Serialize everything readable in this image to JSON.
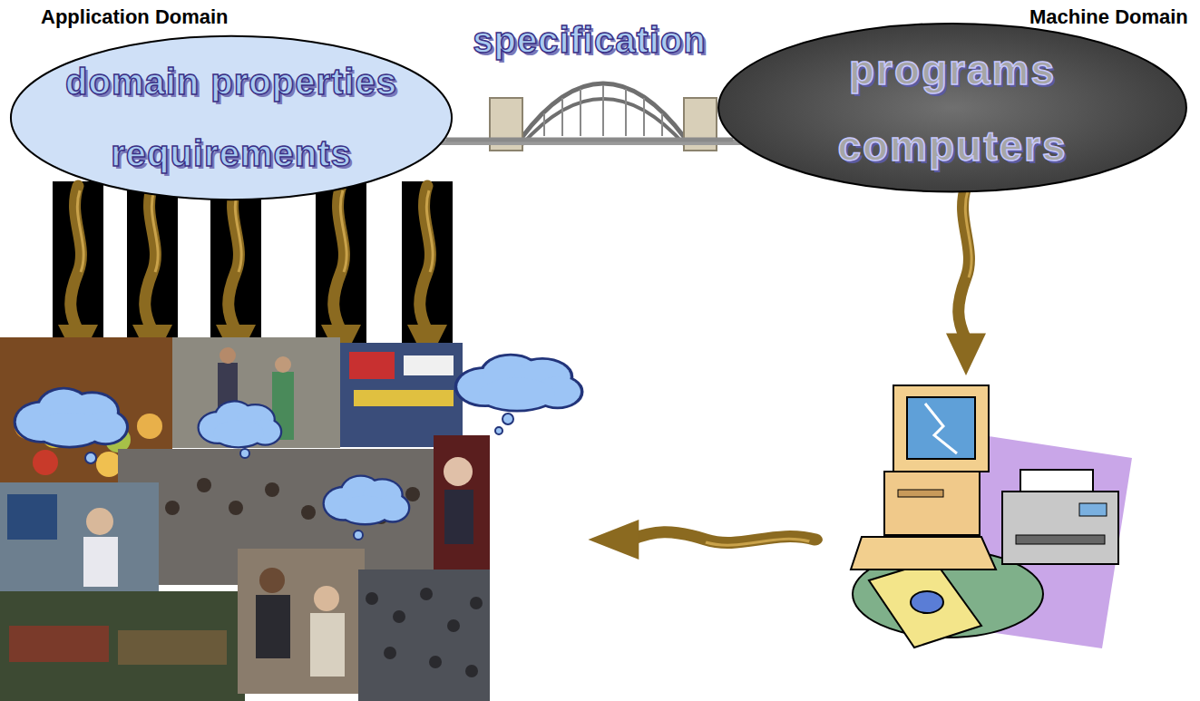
{
  "diagram": {
    "nodes": [
      {
        "text": [
          "domain properties",
          "requirements"
        ]
      },
      {
        "text": [
          "programs",
          "computers"
        ]
      }
    ],
    "edges": [
      {
        "from": 0,
        "to": 1,
        "arrow": "none",
        "label": "specification"
      }
    ],
    "labels": [
      "Application Domain",
      "Machine Domain"
    ]
  }
}
